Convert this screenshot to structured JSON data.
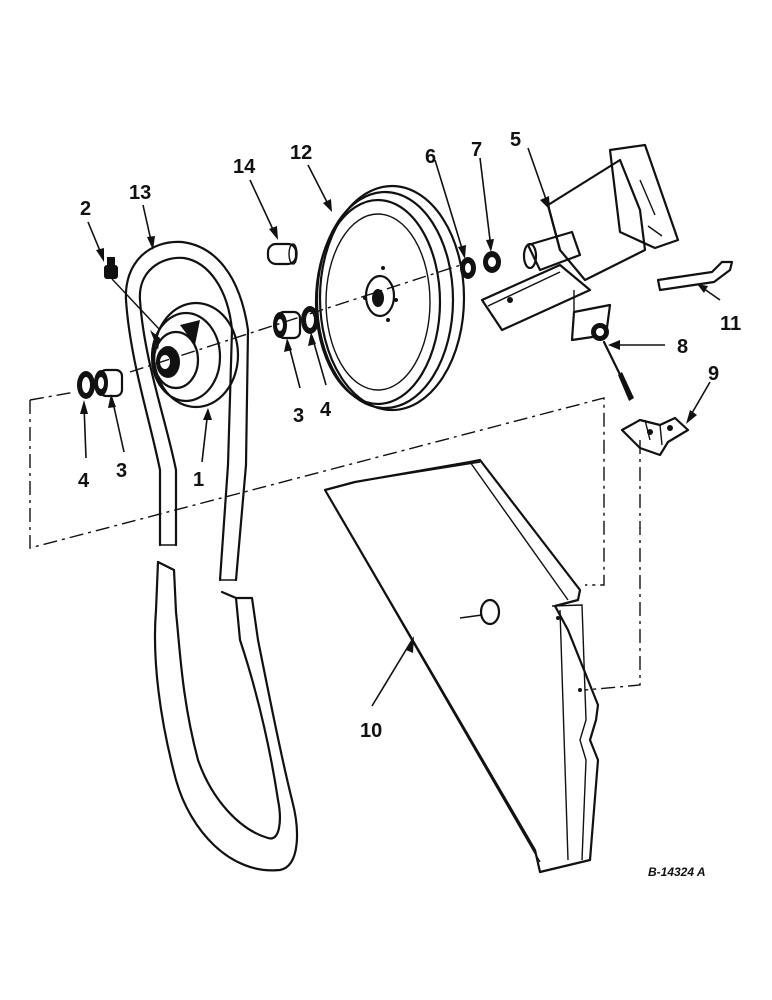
{
  "labels": {
    "l1": "1",
    "l2": "2",
    "l3a": "3",
    "l3b": "3",
    "l4a": "4",
    "l4b": "4",
    "l5": "5",
    "l6": "6",
    "l7": "7",
    "l8": "8",
    "l9": "9",
    "l10": "10",
    "l11": "11",
    "l12": "12",
    "l13": "13",
    "l14": "14"
  },
  "figure_id": "B-14324 A"
}
